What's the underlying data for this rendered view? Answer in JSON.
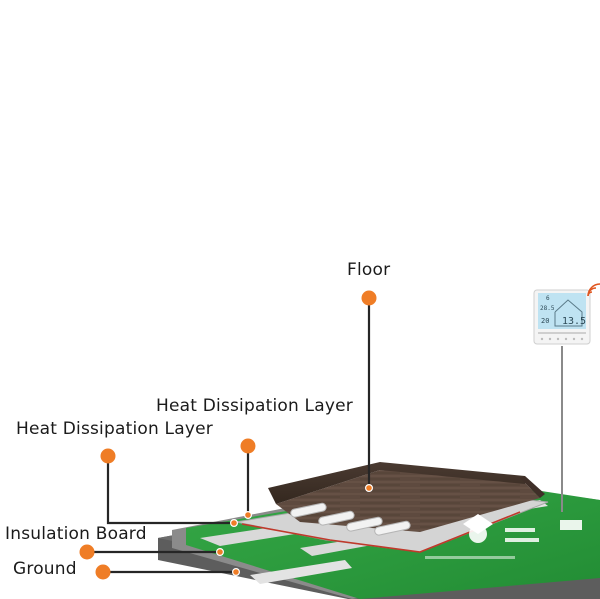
{
  "labels": {
    "floor": "Floor",
    "heat_dissipation_upper": "Heat Dissipation Layer",
    "heat_dissipation_lower": "Heat Dissipation Layer",
    "insulation_board": "Insulation Board",
    "ground": "Ground"
  },
  "thermostat": {
    "display_top": "6",
    "display_left": "28.5",
    "display_bottom": "20",
    "display_main": "13.5"
  },
  "colors": {
    "marker": "#ef7d26",
    "leader": "#262626",
    "floor_wood": "#5e4a3f",
    "wood_edge": "#3f2f28",
    "green_board": "#2f9d3e",
    "grey_layer": "#8b8b8b",
    "ground": "#5d5d5d",
    "light_grey": "#cfcfcf",
    "thermostat_screen": "#bfe3f2"
  }
}
